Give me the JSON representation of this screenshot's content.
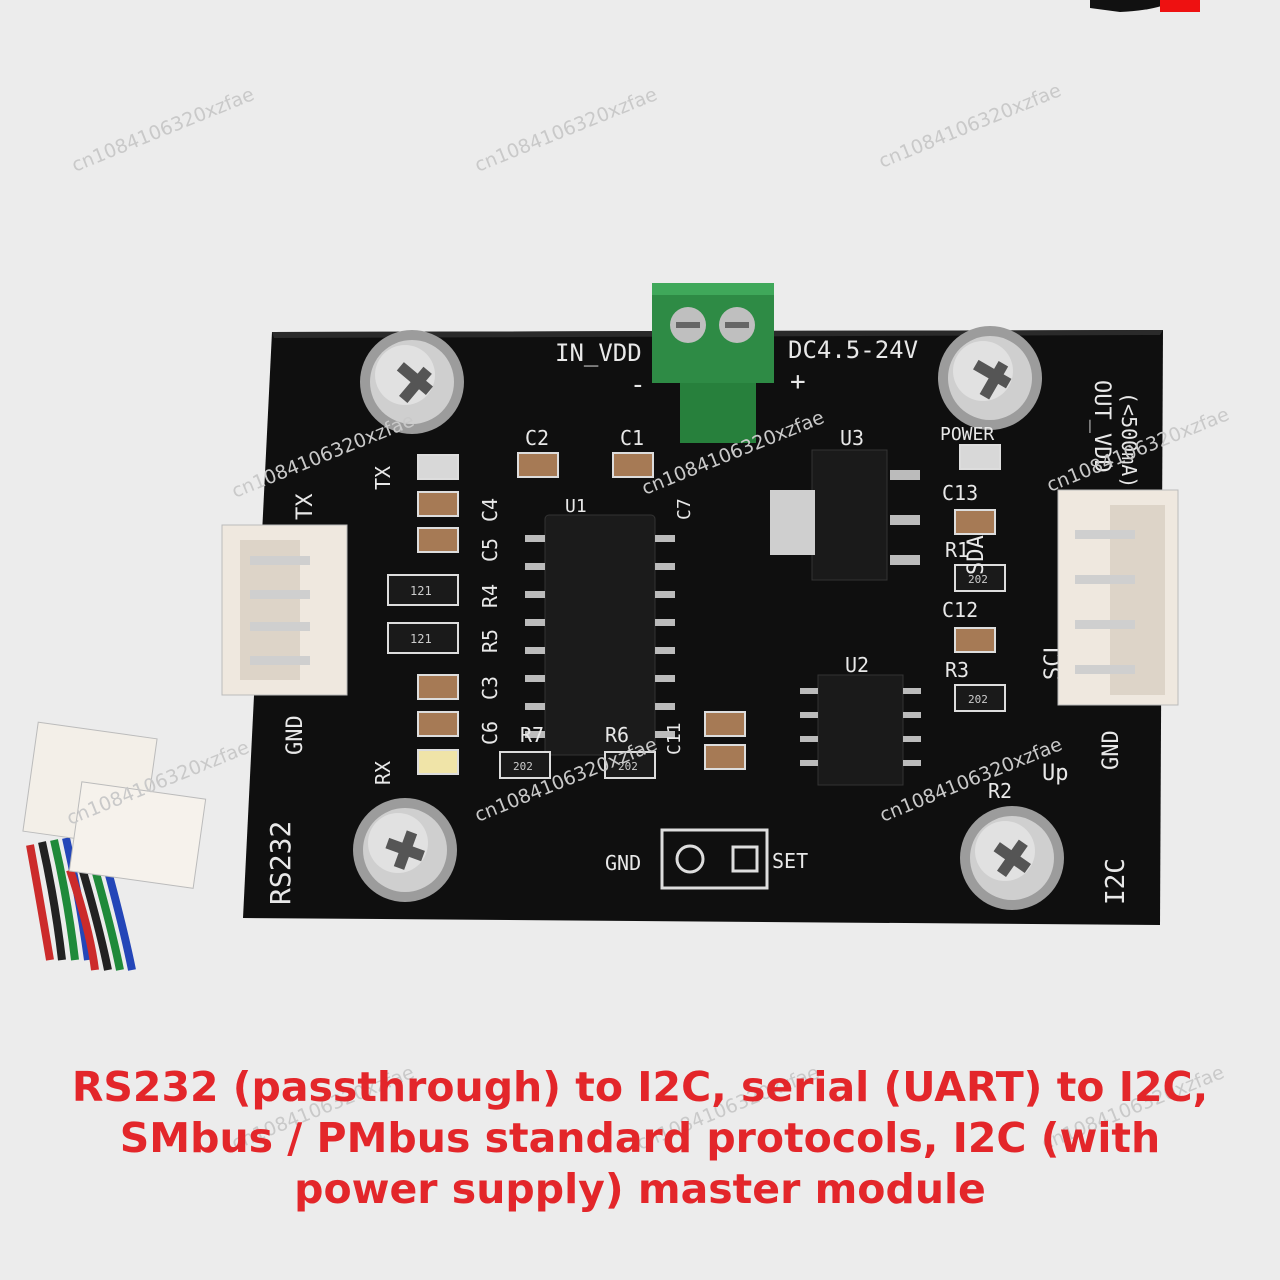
{
  "product": {
    "caption_lines": [
      "RS232 (passthrough) to I2C, serial (UART) to I2C,",
      "SMbus / PMbus standard protocols, I2C (with",
      "power supply) master module"
    ],
    "caption_color": "#e3262a"
  },
  "watermark": {
    "text": "cn1084106320xzfae"
  },
  "board": {
    "pcb_color": "#0f0f0f",
    "power_header": {
      "in_label": "IN_VDD",
      "range_label": "DC4.5-24V",
      "minus": "-",
      "plus": "+"
    },
    "out_label": "OUT_VDD",
    "out_current": "(<500mA)",
    "left_connector": {
      "name_label": "RS232",
      "pins": [
        "TX",
        "GND",
        "RX"
      ],
      "top_fragment": "TX"
    },
    "right_connector": {
      "name_label": "I2C",
      "pins": [
        "SDA",
        "SCL",
        "GND"
      ],
      "up_label": "Up"
    },
    "jumper": {
      "left_label": "GND",
      "right_label": "SET"
    },
    "led_labels": {
      "tx": "TX",
      "rx": "RX",
      "power": "POWER"
    },
    "ic_labels": [
      "U1",
      "U2",
      "U3"
    ],
    "component_labels": [
      "C1",
      "C2",
      "C3",
      "C4",
      "C5",
      "C6",
      "C7",
      "C11",
      "C12",
      "C13",
      "R1",
      "R2",
      "R3",
      "R4",
      "R5",
      "R6",
      "R7"
    ],
    "resistor_codes": [
      "121",
      "121",
      "202",
      "202",
      "202",
      "202"
    ]
  }
}
